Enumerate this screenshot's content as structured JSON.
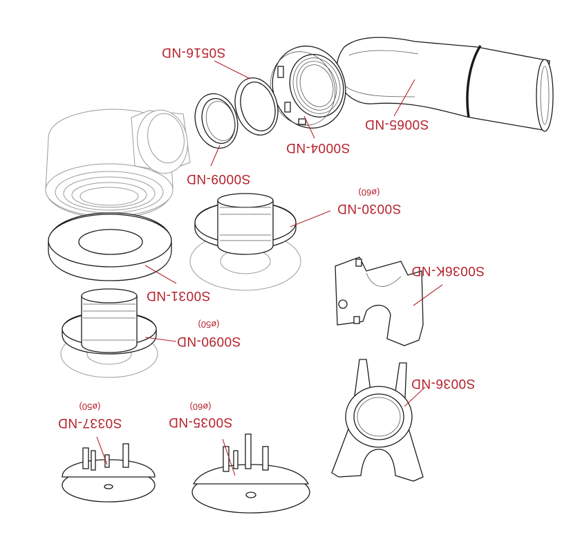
{
  "labels": {
    "s0065": "S0065-ND",
    "s0516": "S0516-ND",
    "s0004": "S0004-ND",
    "s0009": "S0009-ND",
    "s0030": "S0030-ND",
    "s0030_dia": "(ø60)",
    "s0031": "S0031-ND",
    "s0036k": "S0036K-ND",
    "s0090": "S0090-ND",
    "s0090_dia": "(ø50)",
    "s0036": "S0036-ND",
    "s0337": "S0337-ND",
    "s0337_dia": "(ø50)",
    "s0035": "S0035-ND",
    "s0035_dia": "(ø60)"
  },
  "colors": {
    "label": "#b5202b",
    "line_art": "#1a1a1a",
    "background": "#ffffff"
  }
}
